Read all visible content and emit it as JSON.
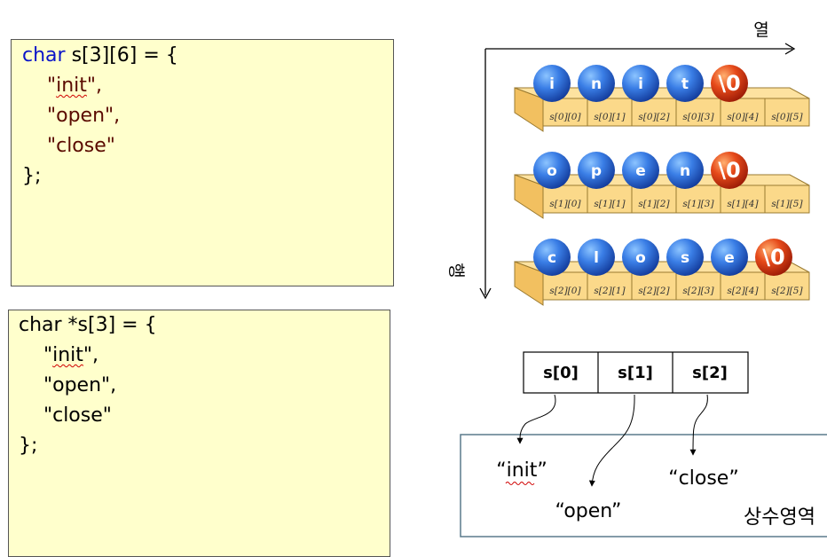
{
  "code_char2d": {
    "line1_kw": "char",
    "line1_rest": " s[3][6] = {",
    "line2_quote_open": "\"",
    "line2_word": "init",
    "line2_quote_close": "\",",
    "line3": "\"open\",",
    "line4": "\"close\"",
    "line5": "};"
  },
  "code_charptr": {
    "line1": "char *s[3] = {",
    "line2_quote_open": "\"",
    "line2_word": "init",
    "line2_quote_close": "\",",
    "line3": "\"open\",",
    "line4": "\"close\"",
    "line5": "};"
  },
  "axes": {
    "col_label": "열",
    "row_label": "행"
  },
  "rows": [
    {
      "chars": [
        "i",
        "n",
        "i",
        "t",
        "\\0"
      ],
      "cells": [
        "s[0][0]",
        "s[0][1]",
        "s[0][2]",
        "s[0][3]",
        "s[0][4]",
        "s[0][5]"
      ]
    },
    {
      "chars": [
        "o",
        "p",
        "e",
        "n",
        "\\0"
      ],
      "cells": [
        "s[1][0]",
        "s[1][1]",
        "s[1][2]",
        "s[1][3]",
        "s[1][4]",
        "s[1][5]"
      ]
    },
    {
      "chars": [
        "c",
        "l",
        "o",
        "s",
        "e",
        "\\0"
      ],
      "cells": [
        "s[2][0]",
        "s[2][1]",
        "s[2][2]",
        "s[2][3]",
        "s[2][4]",
        "s[2][5]"
      ]
    }
  ],
  "pointer_array": [
    "s[0]",
    "s[1]",
    "s[2]"
  ],
  "constant_strings": [
    "“init”",
    "“open”",
    "“close”"
  ],
  "constant_area_label": "상수영역",
  "colors": {
    "code_bg": "#ffffcc",
    "ball_blue": "#2a64d8",
    "ball_red": "#d82a10",
    "cell_face": "#fbd98a"
  }
}
